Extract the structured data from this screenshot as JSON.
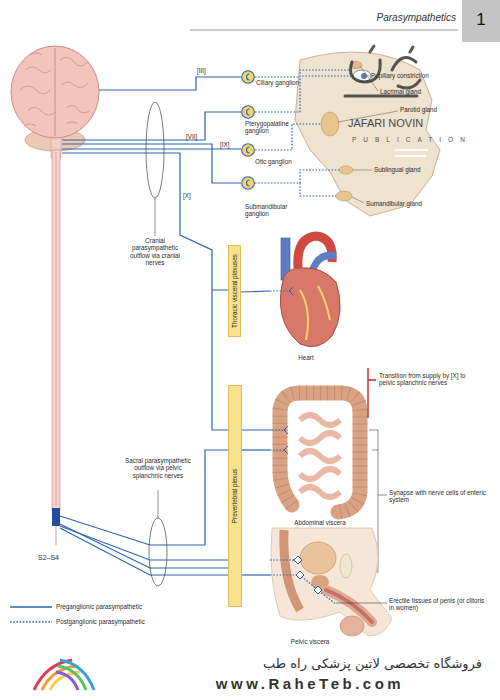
{
  "diagram": {
    "title": "Parasympathetics",
    "nodes": [
      {
        "text": [
          "Ciliary ganglion"
        ]
      },
      {
        "text": [
          "Pterygopalatine ganglion"
        ]
      },
      {
        "text": [
          "Otic ganglion"
        ]
      },
      {
        "text": [
          "Submandibular ganglion"
        ]
      },
      {
        "text": [
          "Thoracic visceral plexuses"
        ]
      },
      {
        "text": [
          "Heart"
        ]
      },
      {
        "text": [
          "Prevertebral plexus"
        ]
      },
      {
        "text": [
          "Abdominal viscera"
        ]
      },
      {
        "text": [
          "Pelvic viscera"
        ]
      },
      {
        "text": [
          "S2–S4"
        ]
      }
    ],
    "edges": [
      {
        "from": 4,
        "to": 5,
        "arrow": "none"
      },
      {
        "from": 9,
        "to": 6,
        "arrow": "none"
      },
      {
        "from": 6,
        "to": 7,
        "arrow": "none"
      },
      {
        "from": 6,
        "to": 8,
        "arrow": "none"
      }
    ],
    "labels": [
      "1",
      "[III]",
      "[VII]",
      "[IX]",
      "[X]",
      "Pupillary constriction",
      "Lacrimal gland",
      "Parotid gland",
      "Sublingual gland",
      "Sumandibular gland",
      "Cranial parasympathetic outflow via cranial nerves",
      "Transition from supply by [X] to pelvic splanchnic nerves",
      "Synapse with nerve cells of enteric system",
      "Sacral parasympathetic outflow via pelvic splanchnic nerves",
      "Erectile tissues of penis (or clitoris in women)",
      "JAFARI NOVIN",
      "PUBLICATION",
      "فروشگاه تخصصی لاتین پزشکی راه طب",
      "www.RaheTeb.com"
    ],
    "legend": [
      {
        "text": "Preganglionic parasympathetic"
      },
      {
        "text": "Postganglionic parasympathetic"
      }
    ]
  }
}
